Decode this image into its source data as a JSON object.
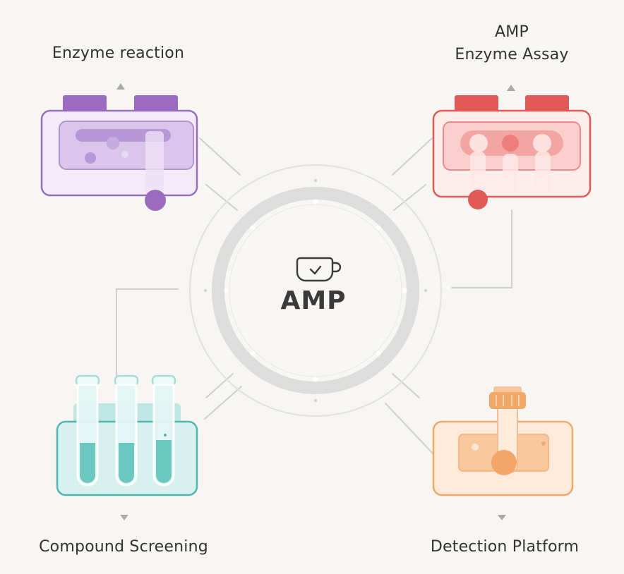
{
  "center": {
    "title": "AMP",
    "icon": "mug-icon"
  },
  "nodes": [
    {
      "id": "enzyme-reaction",
      "label_lines": [
        "Enzyme reaction"
      ],
      "color": "#9b6bbf",
      "icon": "reaction-tray-icon"
    },
    {
      "id": "amp-enzyme-assay",
      "label_lines": [
        "AMP",
        "Enzyme Assay"
      ],
      "color": "#e05a57",
      "icon": "assay-plate-icon"
    },
    {
      "id": "compound-screening",
      "label_lines": [
        "Compound Screening"
      ],
      "color": "#4fb6b0",
      "icon": "test-tube-rack-icon"
    },
    {
      "id": "detection-platform",
      "label_lines": [
        "Detection Platform"
      ],
      "color": "#f1a96a",
      "icon": "detection-cartridge-icon"
    }
  ],
  "colors": {
    "background": "#f7f6f2",
    "ring": "#dcdcdc",
    "connector": "#cccccc",
    "text": "#333333"
  }
}
